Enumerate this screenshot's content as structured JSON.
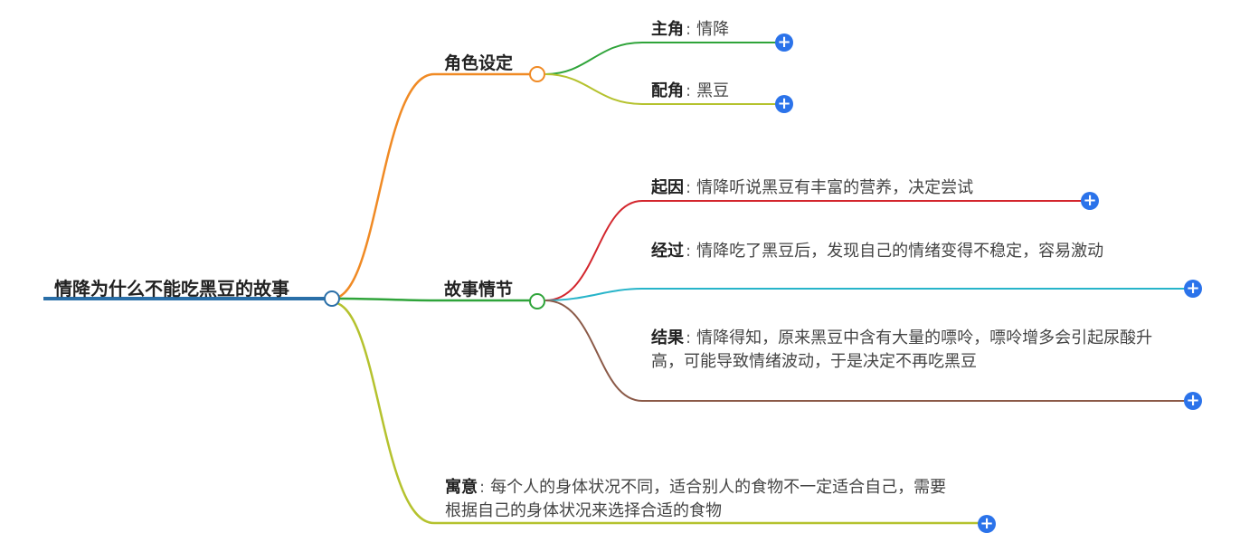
{
  "root": {
    "label": "情降为什么不能吃黑豆的故事"
  },
  "branches": [
    {
      "label": "角色设定",
      "children": [
        {
          "key": "主角",
          "value": "情降"
        },
        {
          "key": "配角",
          "value": "黑豆"
        }
      ]
    },
    {
      "label": "故事情节",
      "children": [
        {
          "key": "起因",
          "value": "情降听说黑豆有丰富的营养，决定尝试"
        },
        {
          "key": "经过",
          "value": "情降吃了黑豆后，发现自己的情绪变得不稳定，容易激动"
        },
        {
          "key": "结果",
          "value": "情降得知，原来黑豆中含有大量的嘌呤，嘌呤增多会引起尿酸升高，可能导致情绪波动，于是决定不再吃黑豆"
        }
      ]
    }
  ],
  "meaning": {
    "key": "寓意",
    "value": "每个人的身体状况不同，适合别人的食物不一定适合自己，需要根据自己的身体状况来选择合适的食物"
  },
  "colors": {
    "root": "#2a6fa8",
    "branch_roles": "#f08a24",
    "branch_story": "#2fa43a",
    "branch_meaning": "#b5c22e",
    "leaf_protagonist": "#2fa43a",
    "leaf_support": "#b5c22e",
    "leaf_cause": "#d3262d",
    "leaf_process": "#27b4c9",
    "leaf_result": "#8b5a48",
    "expand_button": "#2b73ea"
  },
  "icons": {
    "expand": "plus-circle-icon",
    "expand_glyph": "+"
  }
}
